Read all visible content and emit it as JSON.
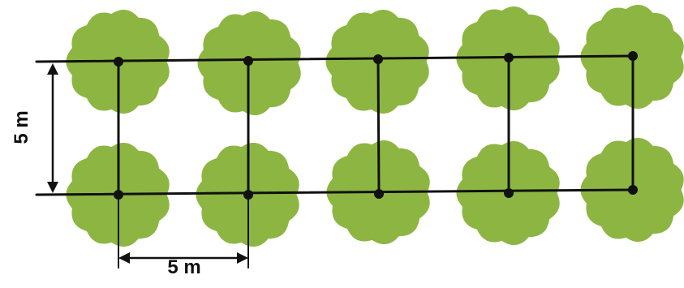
{
  "diagram": {
    "vertical_dimension_label": "5 m",
    "horizontal_dimension_label": "5 m",
    "rows": 2,
    "columns": 5,
    "colors": {
      "tree_crown": "#8cb641",
      "line": "#111111",
      "background": "#ffffff"
    },
    "icons": {
      "tree": "tree-crown-icon",
      "node": "dot"
    }
  }
}
